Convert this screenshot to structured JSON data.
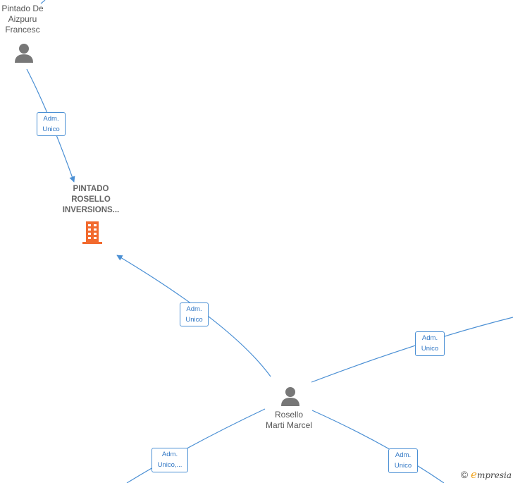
{
  "nodes": {
    "person_top": {
      "label": "Pintado De\nAizpuru\nFrancesc",
      "icon": "person-icon"
    },
    "company": {
      "label": "PINTADO\nROSELLO\nINVERSIONS...",
      "icon": "building-icon"
    },
    "person_center": {
      "label": "Rosello\nMarti Marcel",
      "icon": "person-icon"
    }
  },
  "edges": {
    "top_to_company": "Adm.\nUnico",
    "center_to_company": "Adm.\nUnico",
    "center_to_right": "Adm.\nUnico",
    "center_to_bottom_left": "Adm.\nUnico,...",
    "center_to_bottom_right": "Adm.\nUnico"
  },
  "colors": {
    "edge": "#4a8fd4",
    "person": "#777777",
    "company": "#f26a2e"
  },
  "brand": {
    "copyright": "©",
    "e": "e",
    "rest": "mpresia"
  }
}
